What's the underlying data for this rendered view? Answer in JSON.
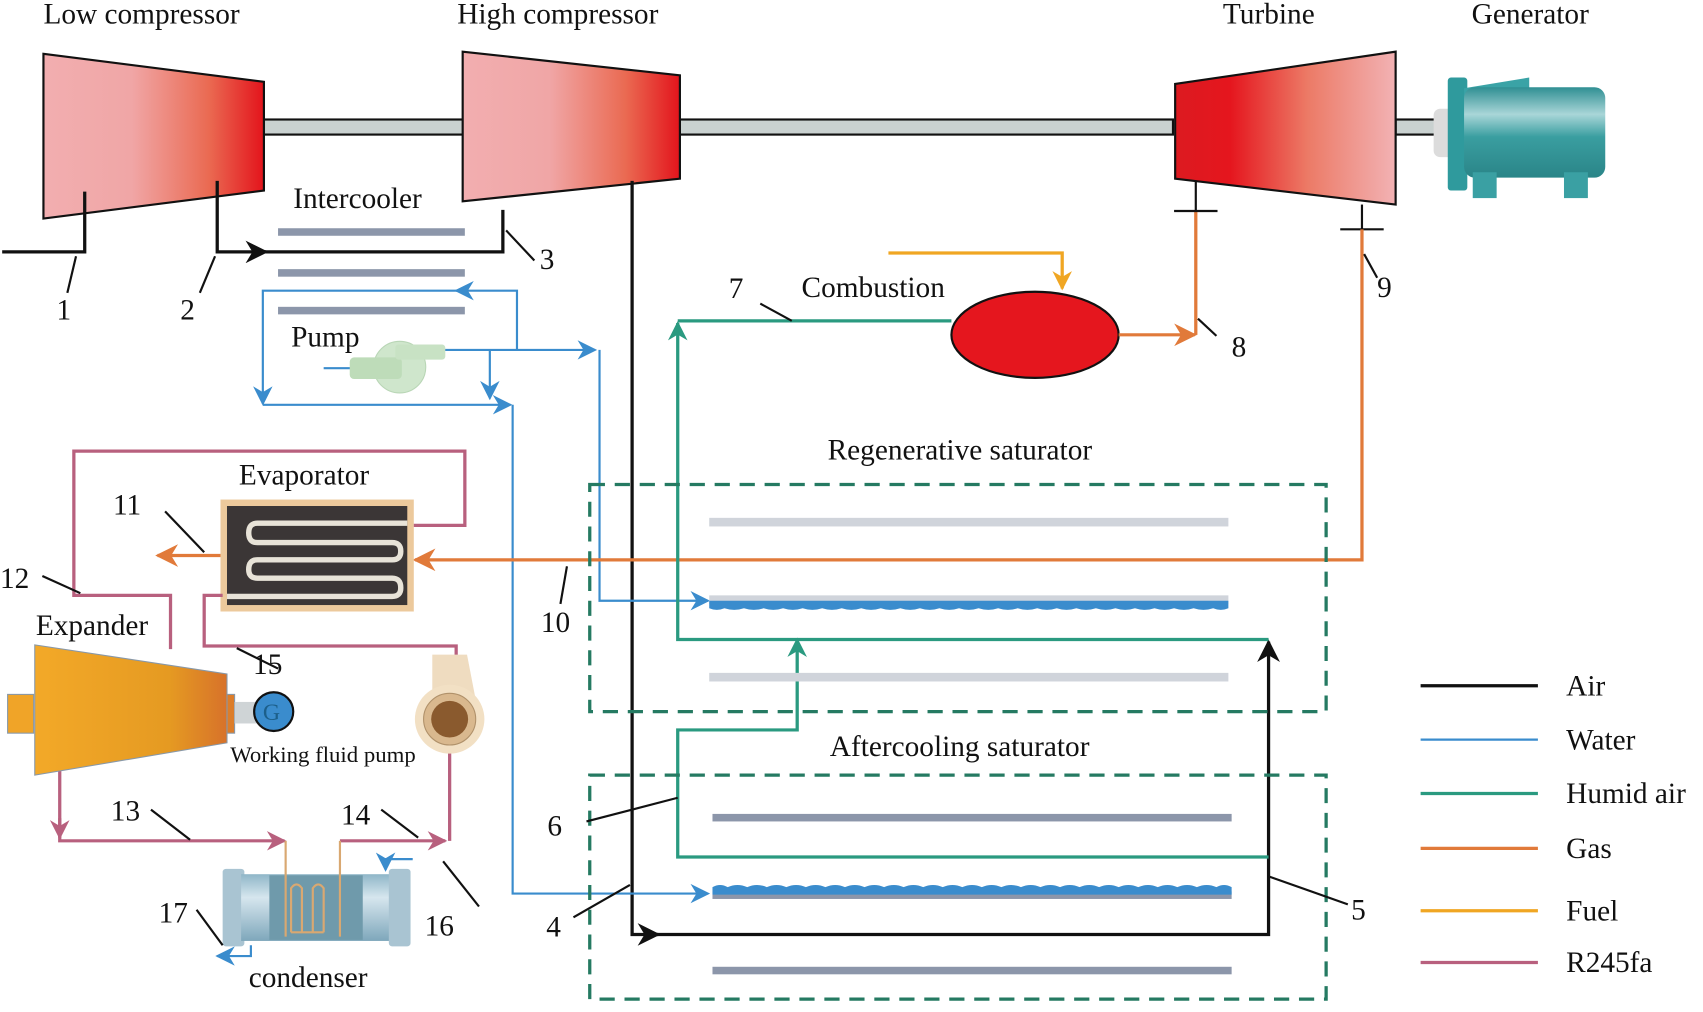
{
  "figure": {
    "components": {
      "low_compressor": "Low compressor",
      "high_compressor": "High compressor",
      "turbine": "Turbine",
      "generator": "Generator",
      "intercooler": "Intercooler",
      "pump": "Pump",
      "combustion": "Combustion",
      "regenerative_saturator": "Regenerative saturator",
      "aftercooling_saturator": "Aftercooling saturator",
      "evaporator": "Evaporator",
      "expander": "Expander",
      "working_fluid_pump": "Working fluid pump",
      "condenser": "condenser",
      "expander_generator_glyph": "G"
    },
    "state_points": [
      "1",
      "2",
      "3",
      "4",
      "5",
      "6",
      "7",
      "8",
      "9",
      "10",
      "11",
      "12",
      "13",
      "14",
      "15",
      "16",
      "17"
    ],
    "legend": [
      {
        "label": "Air",
        "color": "#111111"
      },
      {
        "label": "Water",
        "color": "#3a8ccd"
      },
      {
        "label": "Humid air",
        "color": "#2a9a80"
      },
      {
        "label": "Gas",
        "color": "#e17a3a"
      },
      {
        "label": "Fuel",
        "color": "#f0a623"
      },
      {
        "label": "R245fa",
        "color": "#b8607e"
      }
    ]
  }
}
